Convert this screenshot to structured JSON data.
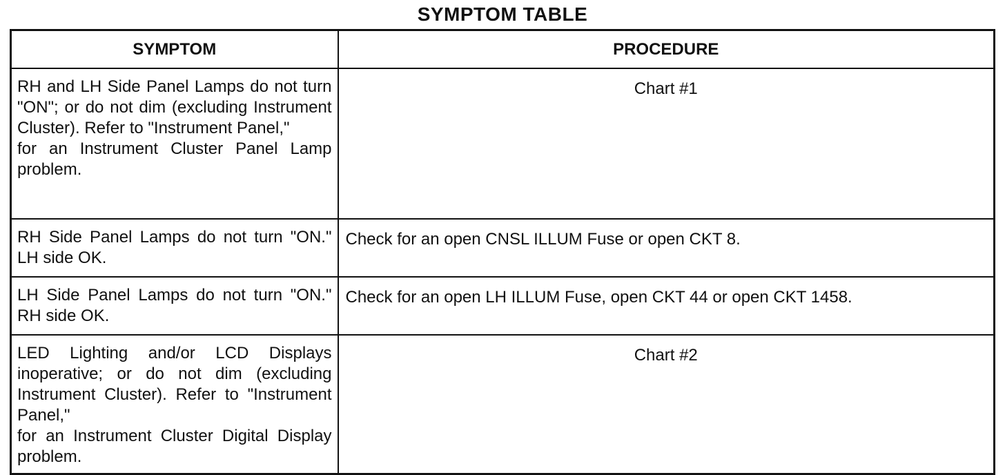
{
  "title": "SYMPTOM TABLE",
  "columns": {
    "symptom": "SYMPTOM",
    "procedure": "PROCEDURE"
  },
  "rows": [
    {
      "symptom": "RH and LH Side Panel Lamps do not turn \"ON\"; or do not dim (excluding Instrument Cluster). Refer to \"Instrument Panel,\"\nfor an Instrument Cluster Panel Lamp problem.",
      "procedure": "Chart #1"
    },
    {
      "symptom": "RH Side Panel Lamps do not turn \"ON.\" LH side OK.",
      "procedure": "Check for an open CNSL ILLUM Fuse or open CKT 8."
    },
    {
      "symptom": "LH Side Panel Lamps do not turn \"ON.\" RH side OK.",
      "procedure": "Check for an open LH ILLUM Fuse, open CKT 44 or open CKT 1458."
    },
    {
      "symptom": "LED Lighting and/or LCD Displays inoperative; or do not dim (excluding Instrument Cluster). Refer to \"Instrument Panel,\"\nfor an Instrument Cluster Digital Display problem.",
      "procedure": "Chart #2"
    }
  ]
}
